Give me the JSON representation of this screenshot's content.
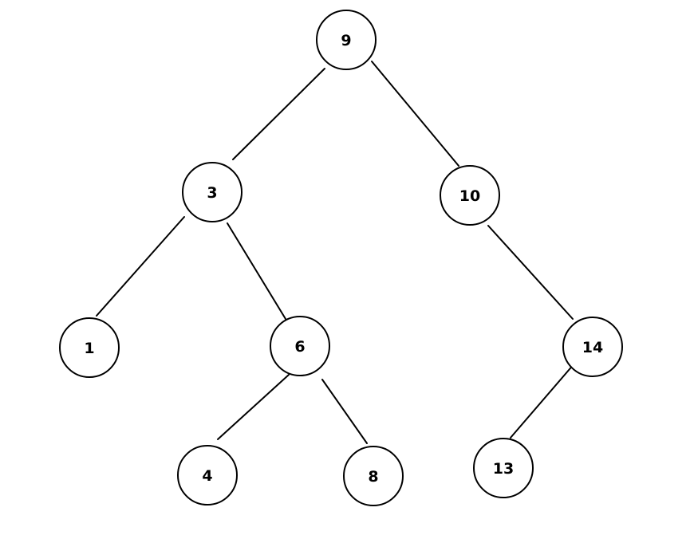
{
  "tree": {
    "type": "binary-search-tree",
    "nodes": [
      {
        "id": "n9",
        "label": "9"
      },
      {
        "id": "n3",
        "label": "3"
      },
      {
        "id": "n10",
        "label": "10"
      },
      {
        "id": "n1",
        "label": "1"
      },
      {
        "id": "n6",
        "label": "6"
      },
      {
        "id": "n14",
        "label": "14"
      },
      {
        "id": "n4",
        "label": "4"
      },
      {
        "id": "n8",
        "label": "8"
      },
      {
        "id": "n13",
        "label": "13"
      }
    ],
    "edges": [
      {
        "from": "n9",
        "to": "n3"
      },
      {
        "from": "n9",
        "to": "n10"
      },
      {
        "from": "n3",
        "to": "n1"
      },
      {
        "from": "n3",
        "to": "n6"
      },
      {
        "from": "n10",
        "to": "n14"
      },
      {
        "from": "n6",
        "to": "n4"
      },
      {
        "from": "n6",
        "to": "n8"
      },
      {
        "from": "n14",
        "to": "n13"
      }
    ]
  },
  "colors": {
    "stroke": "#000000",
    "fill": "#ffffff",
    "background": "#ffffff"
  }
}
